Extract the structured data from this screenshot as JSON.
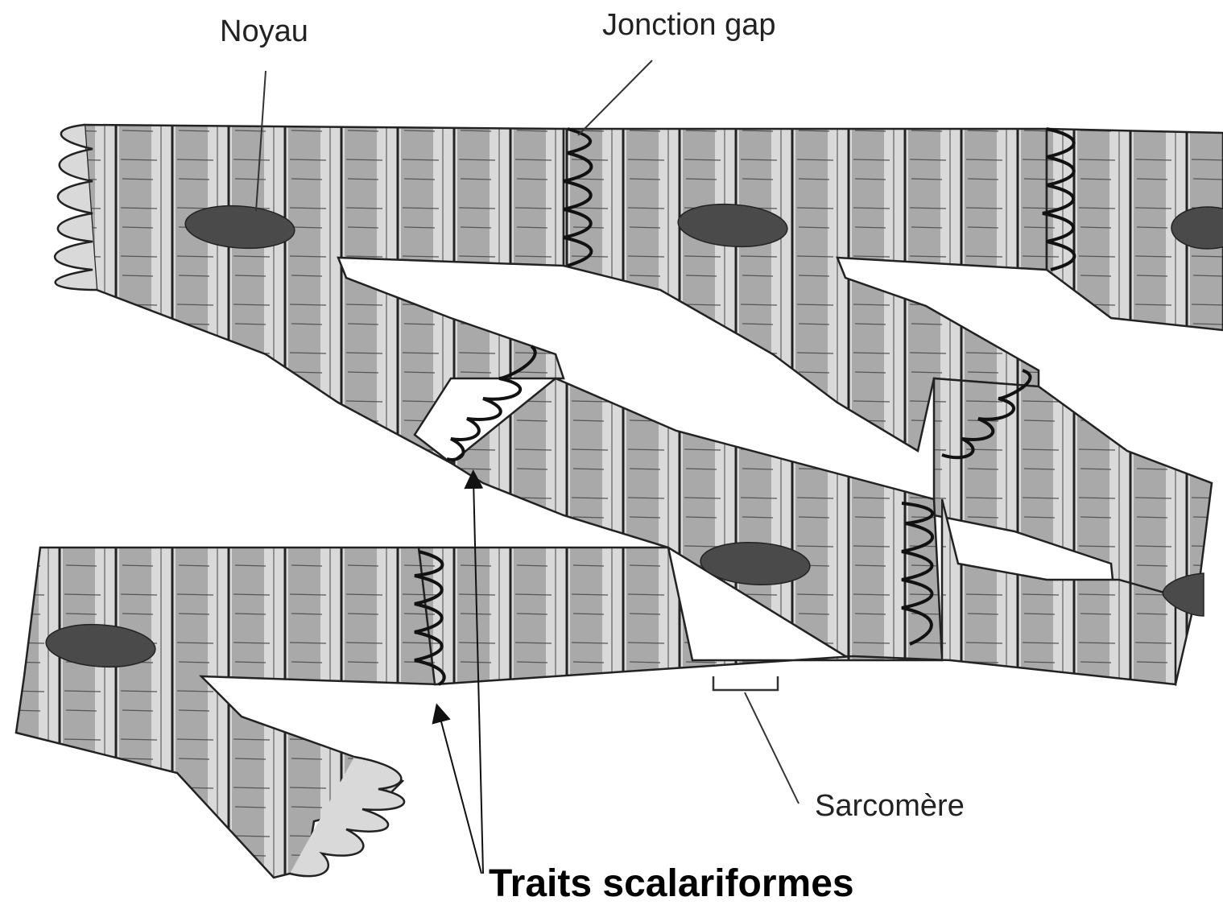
{
  "diagram": {
    "labels": {
      "noyau": "Noyau",
      "jonction_gap": "Jonction gap",
      "sarcomere": "Sarcomère",
      "traits_scalariformes": "Traits scalariformes"
    },
    "colors": {
      "fiber_band": "#a9a9a9",
      "fiber_light": "#d9d9d9",
      "nucleus": "#4a4a4a",
      "outline": "#222222",
      "background": "#ffffff"
    }
  }
}
